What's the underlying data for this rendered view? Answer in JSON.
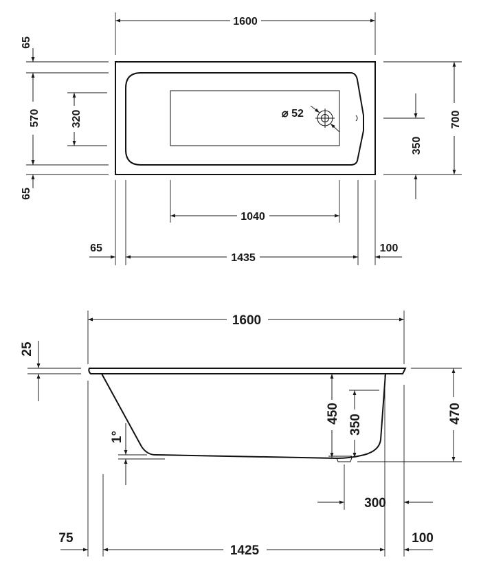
{
  "top_view": {
    "overall_length": "1600",
    "rim_top": "65",
    "inner_width": "570",
    "rim_bottom": "65",
    "inner_center_span": "320",
    "drain_diameter": "⌀ 52",
    "drain_offset": "350",
    "overall_width": "700",
    "floor_length": "1040",
    "rim_left": "65",
    "inner_length": "1435",
    "rim_right": "100"
  },
  "side_view": {
    "overall_length": "1600",
    "rim_thickness": "25",
    "slope_angle": "1°",
    "depth_to_floor": "450",
    "water_depth": "350",
    "total_height": "470",
    "drain_from_end": "300",
    "inner_bottom_length": "1425",
    "left_offset": "75",
    "right_offset": "100"
  }
}
